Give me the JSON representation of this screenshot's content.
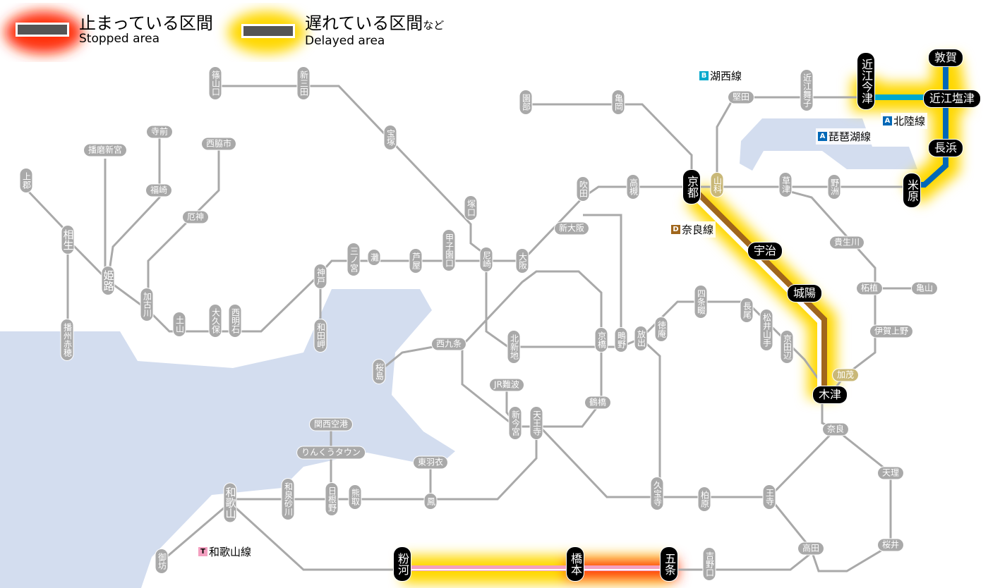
{
  "legend": {
    "stopped_jp": "止まっている区間",
    "stopped_en": "Stopped area",
    "delayed_jp": "遅れている区間",
    "delayed_suffix": "など",
    "delayed_en": "Delayed area"
  },
  "colors": {
    "stopped": "#ff3010",
    "delayed": "#ffd800",
    "nara_line": "#a0661c",
    "hokuriku_line": "#0068b7",
    "kosei_line": "#00a8cc",
    "wakayama_line": "#f4a0c0",
    "water": "#d3ddef",
    "track": "#a9a9a9"
  },
  "line_labels": [
    {
      "badge": "B",
      "name": "湖西線"
    },
    {
      "badge": "A",
      "name": "北陸線"
    },
    {
      "badge": "A",
      "name": "琵琶湖線"
    },
    {
      "badge": "D",
      "name": "奈良線"
    },
    {
      "badge": "T",
      "name": "和歌山線"
    }
  ],
  "stations": [
    "篠山口",
    "新三田",
    "宝塚",
    "園部",
    "亀岡",
    "堅田",
    "近江舞子",
    "近江今津",
    "敦賀",
    "近江塩津",
    "長浜",
    "米原",
    "京都",
    "山科",
    "草津",
    "野洲",
    "高槻",
    "吹田",
    "新大阪",
    "宇治",
    "城陽",
    "木津",
    "加茂",
    "奈良",
    "伊賀上野",
    "柘植",
    "亀山",
    "貴生川",
    "京田辺",
    "松井山手",
    "長尾",
    "四条畷",
    "徳庵",
    "放出",
    "鴫野",
    "京橋",
    "天理",
    "桜井",
    "高田",
    "王寺",
    "柏原",
    "久宝寺",
    "鶴橋",
    "天王寺",
    "新今宮",
    "JR難波",
    "北新地",
    "大阪",
    "尼崎",
    "塚口",
    "甲子園口",
    "芦屋",
    "灘",
    "三ノ宮",
    "神戸",
    "和田岬",
    "西明石",
    "大久保",
    "土山",
    "加古川",
    "厄神",
    "西脇市",
    "寺前",
    "福崎",
    "播磨新宮",
    "上郡",
    "相生",
    "姫路",
    "播州赤穂",
    "桜島",
    "西九条",
    "関西空港",
    "りんくうタウン",
    "東羽衣",
    "鳳",
    "熊取",
    "日根野",
    "和泉砂川",
    "和歌山",
    "御坊",
    "粉河",
    "橋本",
    "五条",
    "吉野口"
  ]
}
